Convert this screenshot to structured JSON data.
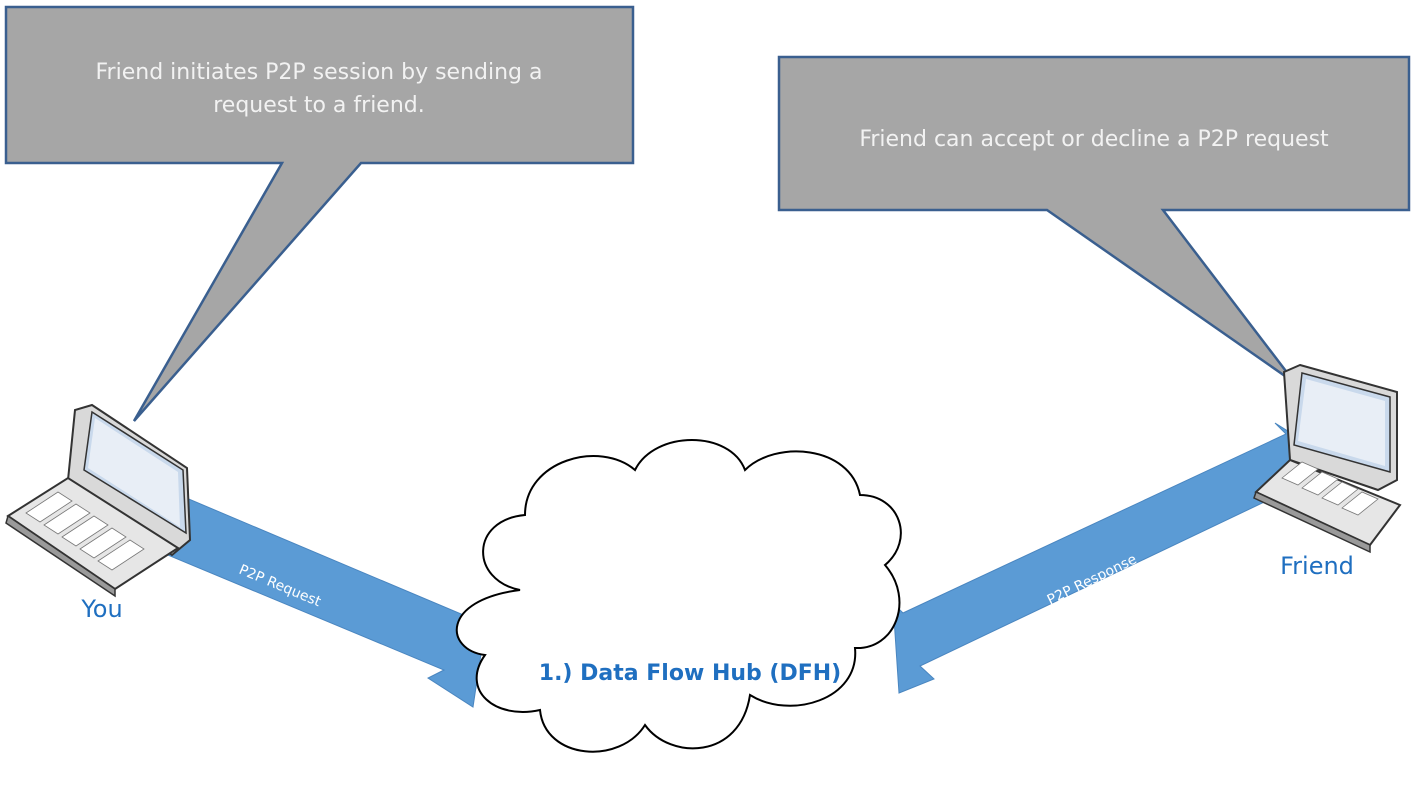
{
  "callouts": {
    "left": {
      "line1": "Friend initiates P2P session by sending a",
      "line2": "request to a friend."
    },
    "right": {
      "line1": "Friend can accept or decline a P2P request"
    }
  },
  "nodes": {
    "you": "You",
    "friend": "Friend",
    "hub": "1.) Data Flow Hub (DFH)"
  },
  "arrows": {
    "request": "P2P Request",
    "response": "P2P Response"
  },
  "colors": {
    "callout_fill": "#a6a6a6",
    "callout_border": "#3a5f8f",
    "arrow_fill": "#5b9bd5",
    "label_blue": "#1f6fc0"
  },
  "icons": [
    "laptop-icon",
    "cloud-icon"
  ]
}
